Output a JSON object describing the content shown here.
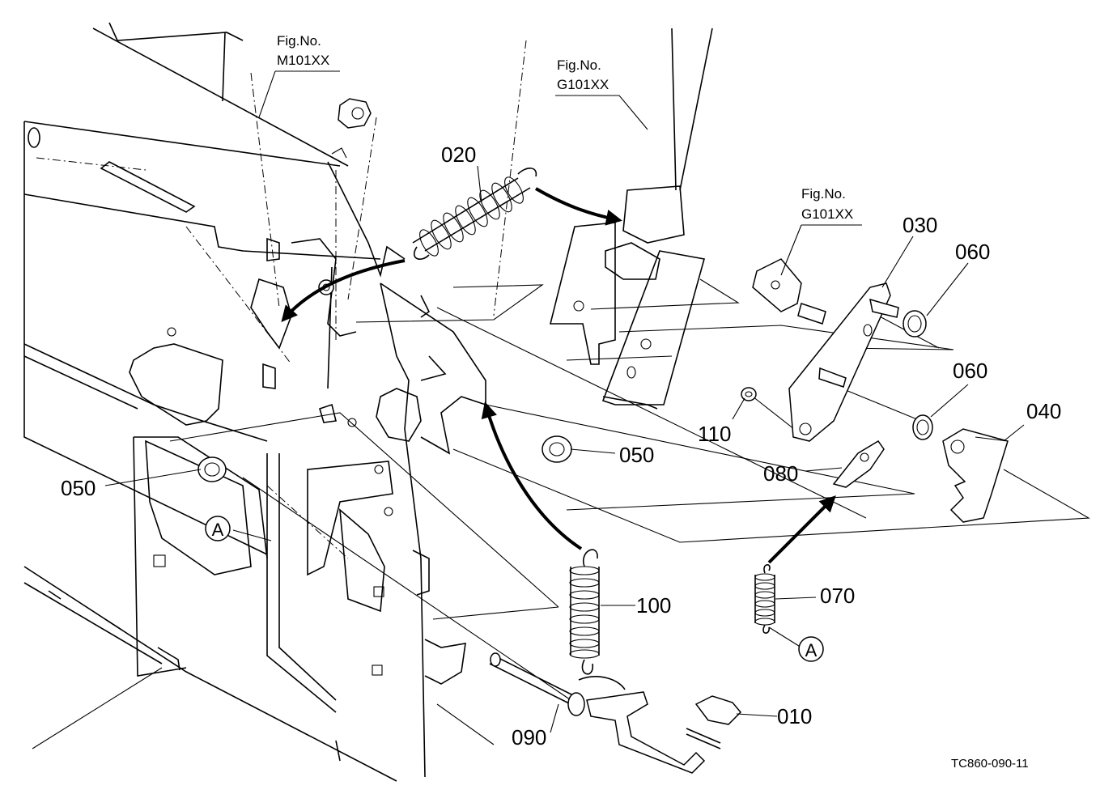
{
  "figure_refs": [
    {
      "id": "m101",
      "line1": "Fig.No.",
      "line2": "M101XX"
    },
    {
      "id": "g101a",
      "line1": "Fig.No.",
      "line2": "G101XX"
    },
    {
      "id": "g101b",
      "line1": "Fig.No.",
      "line2": "G101XX"
    }
  ],
  "parts": {
    "p010": "010",
    "p020": "020",
    "p030": "030",
    "p040": "040",
    "p050a": "050",
    "p050b": "050",
    "p060a": "060",
    "p060b": "060",
    "p070": "070",
    "p080": "080",
    "p090": "090",
    "p100": "100",
    "p110": "110"
  },
  "markers": {
    "a1": "A",
    "a2": "A"
  },
  "drawing_code": "TC860-090-11"
}
